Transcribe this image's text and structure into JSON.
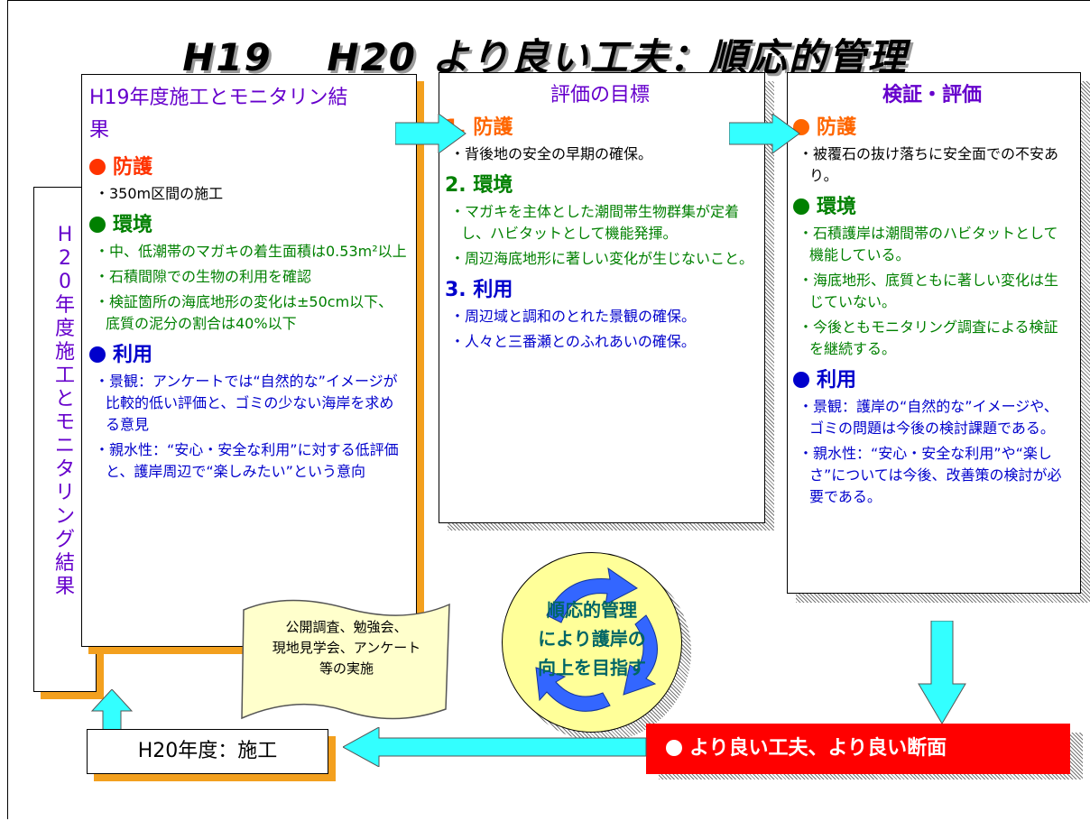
{
  "title": "H19　 H20 より良い工夫：順応的管理",
  "left_vertical": "H20年度施工とモニタリング結果",
  "col1": {
    "title": "H19年度施工とモニタリン結果",
    "sections": [
      {
        "label": "防護",
        "color": "#ff3300",
        "items": [
          "・350m区間の施工"
        ]
      },
      {
        "label": "環境",
        "color": "#008000",
        "items": [
          "・中、低潮帯のマガキの着生面積は0.53m²以上",
          "・石積間隙での生物の利用を確認",
          "・検証箇所の海底地形の変化は±50cm以下、底質の泥分の割合は40%以下"
        ]
      },
      {
        "label": "利用",
        "color": "#0000cc",
        "items": [
          "・景観：アンケートでは“自然的な”イメージが比較的低い評価と、ゴミの少ない海岸を求める意見",
          "・親水性：“安心・安全な利用”に対する低評価と、護岸周辺で“楽しみたい”という意向"
        ]
      }
    ]
  },
  "col2": {
    "title": "評価の目標",
    "sections": [
      {
        "label": "1. 防護",
        "color": "#ff6600",
        "items": [
          "・背後地の安全の早期の確保。"
        ]
      },
      {
        "label": "2. 環境",
        "color": "#008000",
        "items": [
          "・マガキを主体とした潮間帯生物群集が定着し、ハビタットとして機能発揮。",
          "・周辺海底地形に著しい変化が生じないこと。"
        ]
      },
      {
        "label": "3. 利用",
        "color": "#0000cc",
        "items": [
          "・周辺域と調和のとれた景観の確保。",
          "・人々と三番瀬とのふれあいの確保。"
        ]
      }
    ]
  },
  "col3": {
    "title": "検証・評価",
    "sections": [
      {
        "label": "防護",
        "color": "#ff6600",
        "items": [
          "・被覆石の抜け落ちに安全面での不安あり。"
        ]
      },
      {
        "label": "環境",
        "color": "#008000",
        "items": [
          "・石積護岸は潮間帯のハビタットとして機能している。",
          "・海底地形、底質ともに著しい変化は生じていない。",
          "・今後ともモニタリング調査による検証を継続する。"
        ]
      },
      {
        "label": "利用",
        "color": "#0000cc",
        "items": [
          "・景観：護岸の“自然的な”イメージや、ゴミの問題は今後の検討課題である。",
          "・親水性：“安心・安全な利用”や“楽しさ”については今後、改善策の検討が必要である。"
        ]
      }
    ]
  },
  "scroll_note": [
    "公開調査、勉強会、",
    "現地見学会、アンケート",
    "等の実施"
  ],
  "circle_text": [
    "順応的管理",
    "により護岸の",
    "向上を目指す"
  ],
  "bottom_left": "H20年度：施工",
  "bottom_right": "より良い工夫、より良い断面",
  "colors": {
    "orange_shadow": "#f3a01e",
    "arrow_cyan": "#33ffff",
    "red": "#ff0000",
    "purple": "#6600cc"
  }
}
